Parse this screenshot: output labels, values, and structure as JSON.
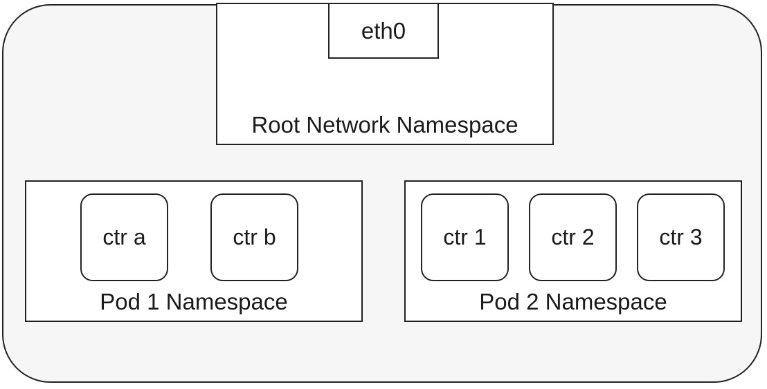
{
  "host": {},
  "root_namespace": {
    "label": "Root Network Namespace",
    "interface": "eth0"
  },
  "pods": [
    {
      "label": "Pod 1 Namespace",
      "containers": [
        "ctr a",
        "ctr b"
      ]
    },
    {
      "label": "Pod 2 Namespace",
      "containers": [
        "ctr 1",
        "ctr 2",
        "ctr 3"
      ]
    }
  ]
}
